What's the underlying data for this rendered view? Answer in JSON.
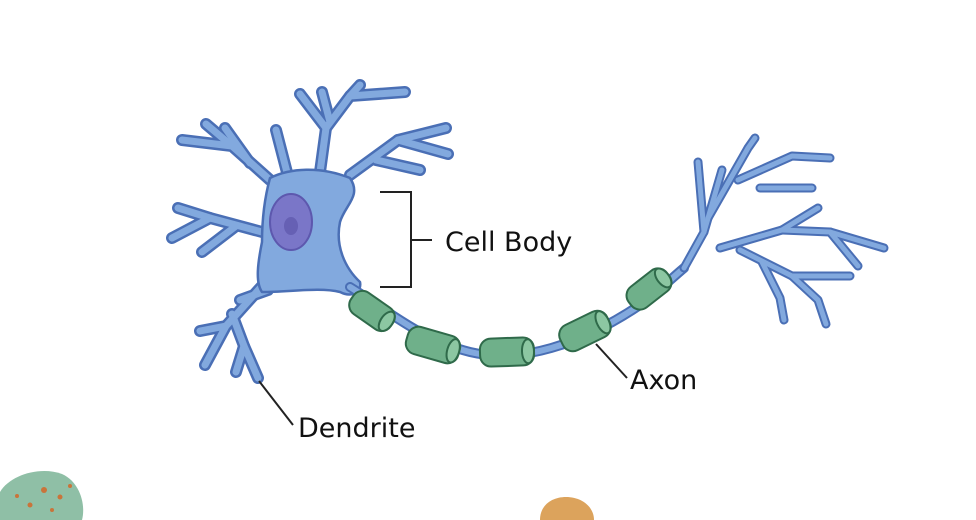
{
  "labels": {
    "cell_body": "Cell Body",
    "axon": "Axon",
    "dendrite": "Dendrite"
  },
  "colors": {
    "neuron_fill": "#82a9de",
    "neuron_stroke": "#4a6fb5",
    "nucleus_fill": "#7a76c8",
    "nucleolus_fill": "#6660b4",
    "myelin_fill": "#6fb08a",
    "myelin_stroke": "#2f6a4a",
    "blob_green": "#8fbfa6",
    "blob_orange": "#dca35c"
  },
  "icons": {
    "neuron": "neuron-illustration",
    "decor_left": "green-speckled-blob",
    "decor_bottom": "orange-blob"
  }
}
